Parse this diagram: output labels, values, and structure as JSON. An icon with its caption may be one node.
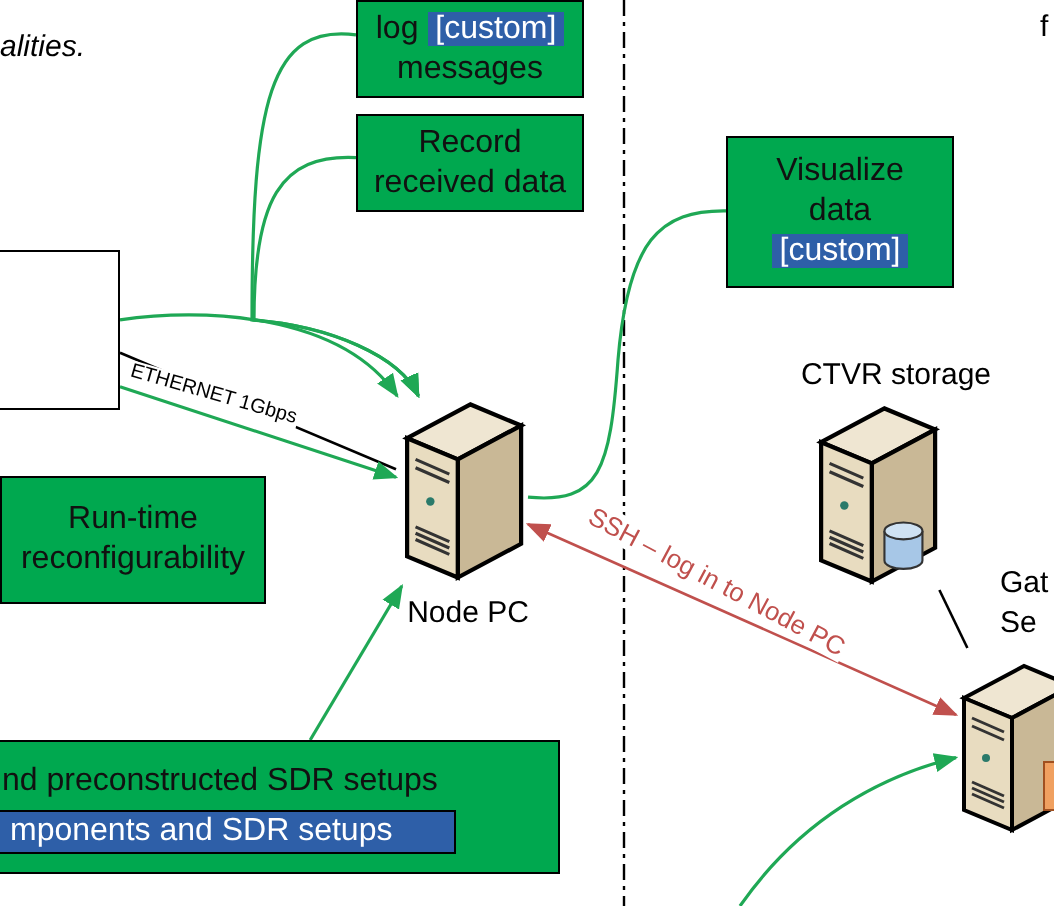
{
  "diagram": {
    "nodes": [
      {
        "text": [
          "log",
          "[custom]",
          "messages"
        ]
      },
      {
        "text": [
          "Record received data"
        ]
      },
      {
        "text": [
          "Visualize data",
          "[custom]"
        ]
      },
      {
        "text": [
          "Node PC"
        ]
      },
      {
        "text": [
          "CTVR storage"
        ]
      },
      {
        "text": [
          "Gat Se"
        ]
      },
      {
        "text": [
          "Run-time reconfigurability"
        ]
      },
      {
        "text": [
          "nd preconstructed SDR setups",
          "mponents and SDR setups"
        ]
      },
      {
        "text": [],
        "shape": "box"
      }
    ],
    "edges": [
      {
        "from": 0,
        "to": 3,
        "arrow": "to"
      },
      {
        "from": 1,
        "to": 3,
        "arrow": "to"
      },
      {
        "from": 8,
        "to": 3,
        "arrow": "to"
      },
      {
        "from": 8,
        "to": 3,
        "arrow": "none",
        "label": "ETHERNET 1Gbps",
        "color": "#000000"
      },
      {
        "from": 8,
        "to": 3,
        "arrow": "to"
      },
      {
        "from": 3,
        "to": 2,
        "arrow": "none"
      },
      {
        "from": 7,
        "to": 3,
        "arrow": "to"
      },
      {
        "from": 3,
        "to": 5,
        "arrow": "both",
        "label": "SSH – log in to Node PC",
        "color": "#c0504d"
      },
      {
        "from": 4,
        "to": 5,
        "arrow": "none",
        "color": "#000000"
      },
      {
        "from": null,
        "to": 5,
        "arrow": "to"
      }
    ],
    "labels": [
      "alities.",
      "f"
    ]
  }
}
